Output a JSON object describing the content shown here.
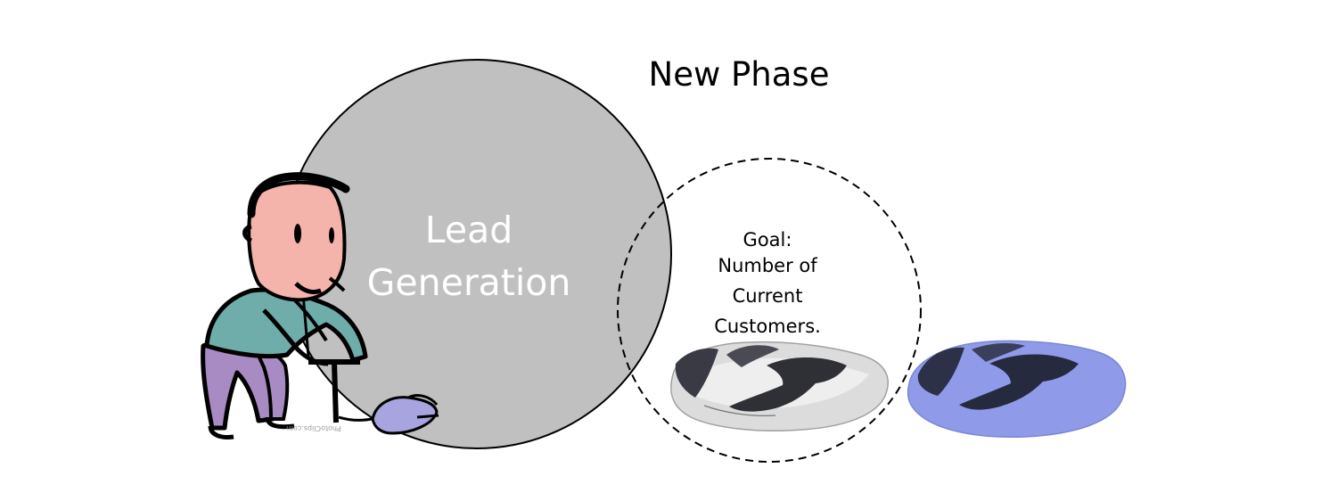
{
  "diagram": {
    "title": "New Phase",
    "main_circle": {
      "label_lines": [
        "Lead",
        "Generation"
      ],
      "fill": "#c0c0c0",
      "stroke": "#000000"
    },
    "goal_circle": {
      "label_lines": [
        "Goal:",
        "Number of",
        "Current",
        "Customers."
      ],
      "style": "dashed"
    },
    "figure": {
      "description_icon": "man-pumping-air-icon",
      "skin_color": "#f4b3ab",
      "shirt_color": "#6fadaa",
      "pants_color": "#a98bc4",
      "watermark": "PhotoClips.com"
    },
    "puddles": [
      {
        "icon": "gray-deflated-balloon-icon",
        "color": "#d4d4d4"
      },
      {
        "icon": "blue-deflated-balloon-icon",
        "color": "#8f9be8"
      }
    ]
  }
}
